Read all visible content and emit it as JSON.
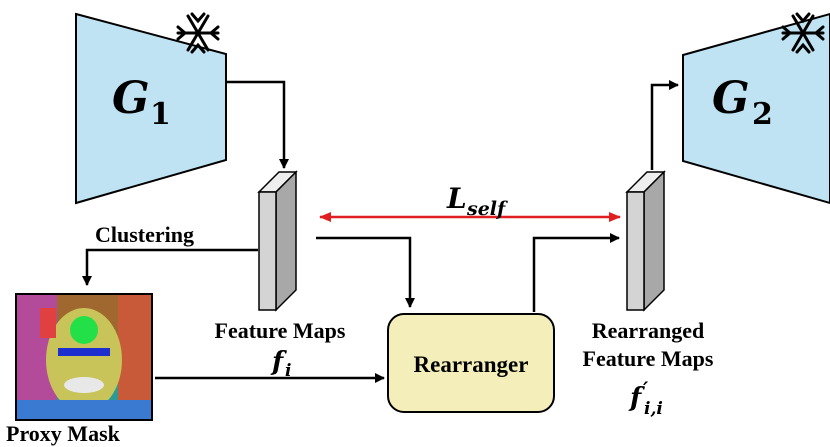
{
  "generators": {
    "g1": {
      "letter": "G",
      "subscript": "1",
      "frozen_icon": "snowflake-icon"
    },
    "g2": {
      "letter": "G",
      "subscript": "2",
      "frozen_icon": "snowflake-icon"
    }
  },
  "feature_maps": {
    "label": "Feature Maps",
    "symbol": "f",
    "symbol_subscript": "i"
  },
  "rearranged": {
    "label_line1": "Rearranged",
    "label_line2": "Feature Maps",
    "symbol": "f",
    "symbol_prime": "′",
    "symbol_subscript": "i,i"
  },
  "loss": {
    "symbol": "L",
    "subscript": "self"
  },
  "clustering": {
    "label": "Clustering"
  },
  "proxy_mask": {
    "label": "Proxy Mask"
  },
  "rearranger": {
    "label": "Rearranger"
  },
  "colors": {
    "generator_fill": "#bfe3f2",
    "rearranger_fill": "#f4eebb",
    "rearranger_stroke": "#c9b96a",
    "loss_arrow": "#e02020",
    "block_front": "#d4d4d4",
    "block_side": "#eeeeee"
  }
}
